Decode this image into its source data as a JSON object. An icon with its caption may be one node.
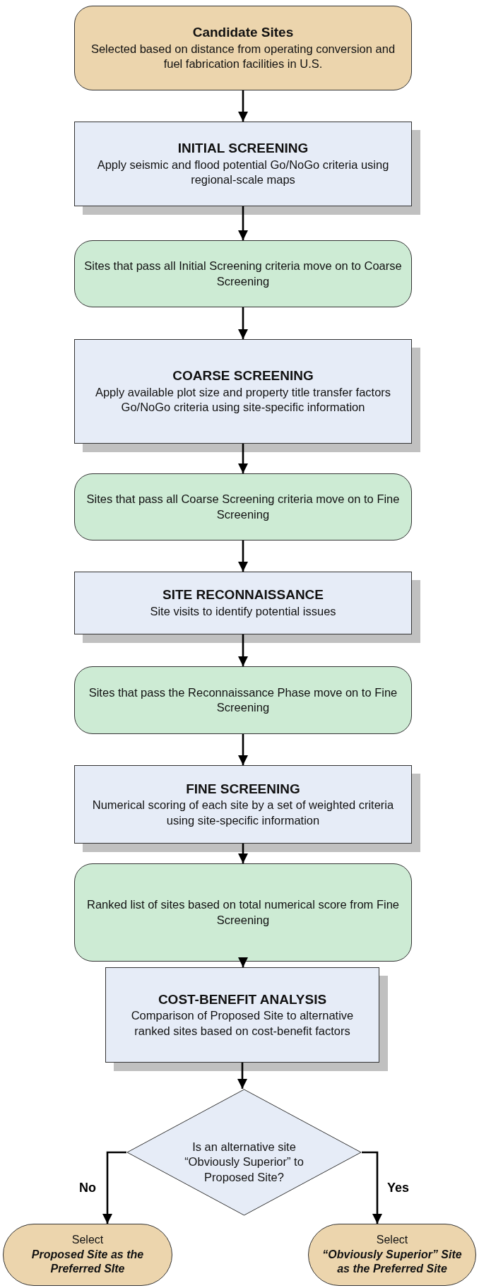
{
  "diagram": {
    "nodes": [
      {
        "text": [
          "Candidate Sites",
          "Selected based on distance from operating conversion and fuel fabrication facilities in U.S."
        ]
      },
      {
        "text": [
          "INITIAL SCREENING",
          "Apply seismic and flood potential Go/NoGo criteria using regional-scale maps"
        ]
      },
      {
        "text": [
          "Sites that pass all Initial Screening criteria move on to Coarse Screening"
        ]
      },
      {
        "text": [
          "COARSE SCREENING",
          "Apply available plot size and property title transfer factors Go/NoGo criteria using site-specific information"
        ]
      },
      {
        "text": [
          "Sites that pass all Coarse Screening criteria move on to Fine Screening"
        ]
      },
      {
        "text": [
          "SITE RECONNAISSANCE",
          "Site visits to identify potential issues"
        ]
      },
      {
        "text": [
          "Sites that pass the Reconnaissance Phase move on to Fine Screening"
        ]
      },
      {
        "text": [
          "FINE SCREENING",
          "Numerical scoring of each site by a set of weighted criteria using site-specific information"
        ]
      },
      {
        "text": [
          "Ranked list of sites based on total numerical score from Fine Screening"
        ]
      },
      {
        "text": [
          "COST-BENEFIT ANALYSIS",
          "Comparison of Proposed Site to alternative ranked sites based on cost-benefit factors"
        ]
      },
      {
        "text": [
          "Is an alternative site “Obviously Superior” to Proposed Site?"
        ]
      },
      {
        "text": [
          "Select",
          "Proposed Site as the Preferred SIte"
        ]
      },
      {
        "text": [
          "Select",
          "“Obviously Superior” Site as the Preferred Site"
        ]
      }
    ],
    "edges": [
      {
        "from": 0,
        "to": 1,
        "arrow": "to"
      },
      {
        "from": 1,
        "to": 2,
        "arrow": "to"
      },
      {
        "from": 2,
        "to": 3,
        "arrow": "to"
      },
      {
        "from": 3,
        "to": 4,
        "arrow": "to"
      },
      {
        "from": 4,
        "to": 5,
        "arrow": "to"
      },
      {
        "from": 5,
        "to": 6,
        "arrow": "to"
      },
      {
        "from": 6,
        "to": 7,
        "arrow": "to"
      },
      {
        "from": 7,
        "to": 8,
        "arrow": "to"
      },
      {
        "from": 8,
        "to": 9,
        "arrow": "to"
      },
      {
        "from": 9,
        "to": 10,
        "arrow": "to"
      },
      {
        "from": 10,
        "to": 11,
        "label": "No",
        "arrow": "to"
      },
      {
        "from": 10,
        "to": 12,
        "label": "Yes",
        "arrow": "to"
      }
    ]
  }
}
